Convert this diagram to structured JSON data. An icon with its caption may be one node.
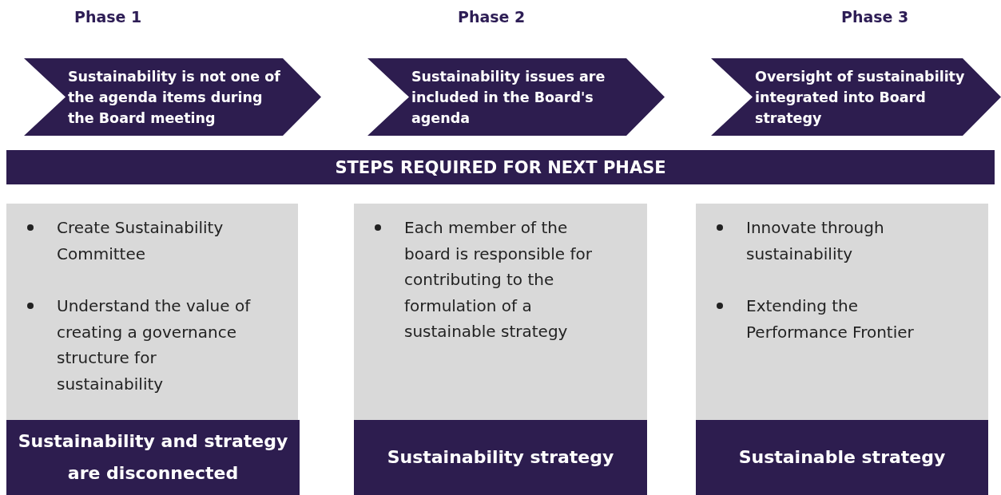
{
  "diagram": {
    "nodes": [
      {
        "text": [
          "Sustainability is not one of the agenda items during the Board meeting"
        ]
      },
      {
        "text": [
          "Sustainability issues are included in the Board's agenda"
        ]
      },
      {
        "text": [
          "Oversight of sustainability integrated into Board strategy"
        ]
      },
      {
        "text": [
          "STEPS REQUIRED FOR NEXT PHASE"
        ]
      },
      {
        "text": [
          "Create Sustainability Committee",
          "Understand the value of creating a governance structure for sustainability"
        ]
      },
      {
        "text": [
          "Each member of the board is responsible for contributing to the formulation of a sustainable strategy"
        ]
      },
      {
        "text": [
          "Innovate through sustainability",
          "Extending the Performance Frontier"
        ]
      },
      {
        "text": [
          "Sustainability and strategy are disconnected"
        ]
      },
      {
        "text": [
          "Sustainability strategy"
        ]
      },
      {
        "text": [
          "Sustainable strategy"
        ]
      }
    ],
    "edges": [],
    "labels": [
      "Phase 1",
      "Phase 2",
      "Phase 3"
    ]
  }
}
